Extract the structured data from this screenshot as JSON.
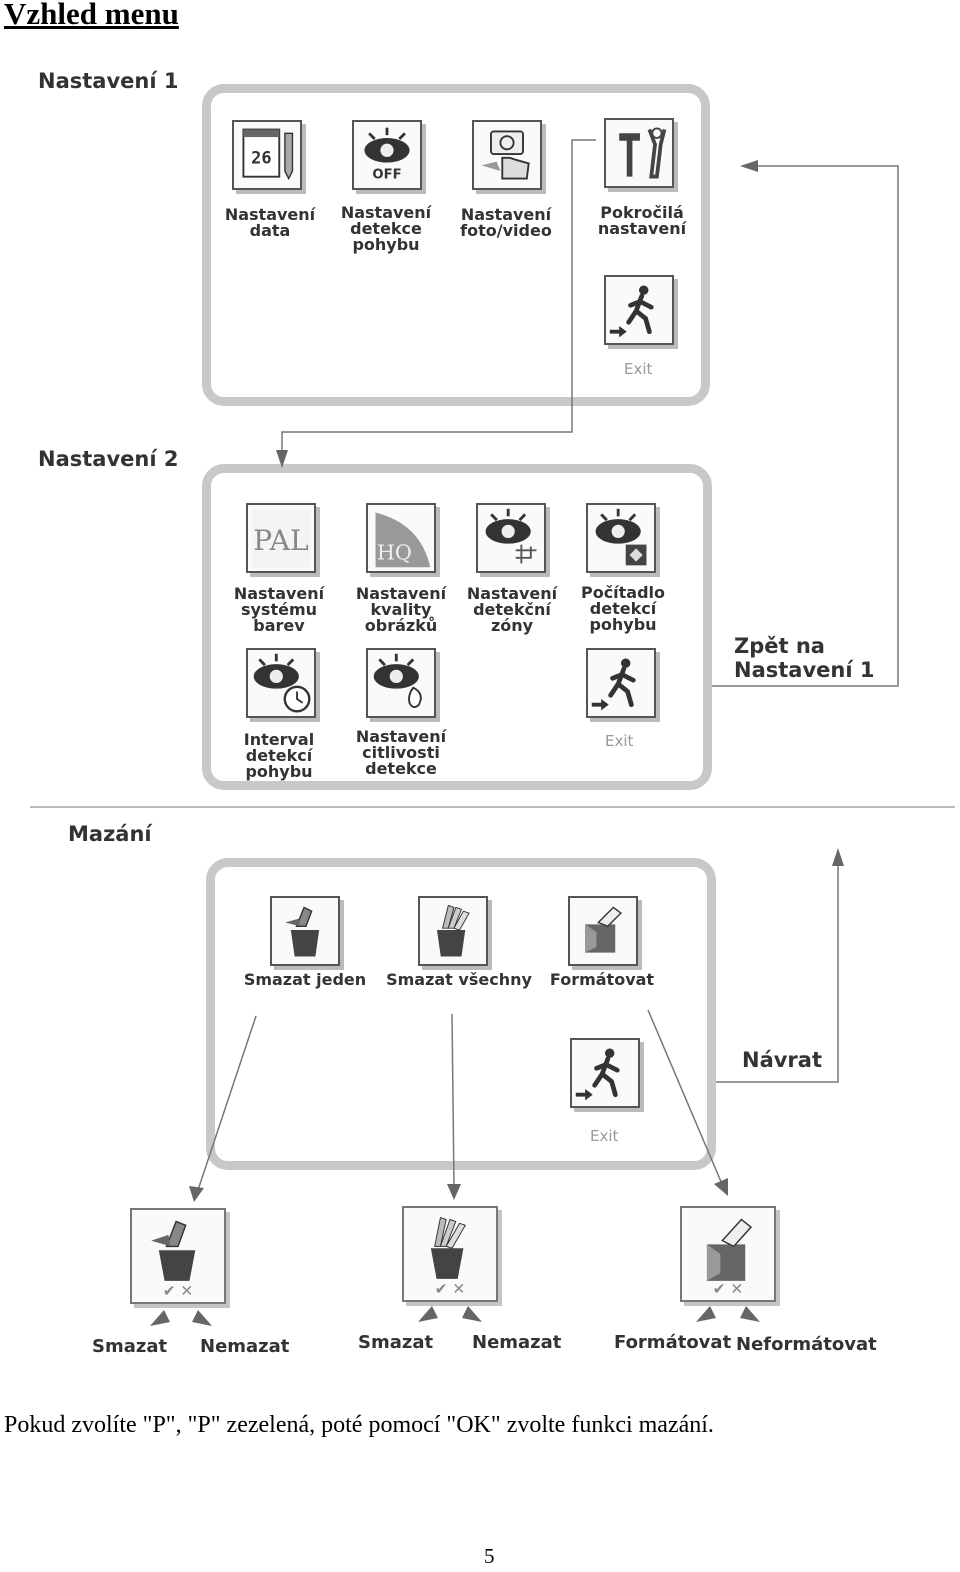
{
  "page_title": "Vzhled menu",
  "section1": {
    "title": "Nastavení 1",
    "items": [
      {
        "lines": [
          "Nastavení",
          "data"
        ],
        "icon": "calendar-icon",
        "icon_text": "26"
      },
      {
        "lines": [
          "Nastavení",
          "detekce",
          "pohybu"
        ],
        "icon": "eye-off-icon",
        "icon_text": "OFF"
      },
      {
        "lines": [
          "Nastavení",
          "foto/video"
        ],
        "icon": "camera-hand-icon"
      },
      {
        "lines": [
          "Pokročilá",
          "nastavení"
        ],
        "icon": "tools-icon"
      }
    ],
    "exit_label": "Exit"
  },
  "section2": {
    "title": "Nastavení 2",
    "items": [
      {
        "lines": [
          "Nastavení",
          "systému",
          "barev"
        ],
        "icon": "pal-icon",
        "icon_text": "PAL"
      },
      {
        "lines": [
          "Nastavení",
          "kvality",
          "obrázků"
        ],
        "icon": "hq-icon",
        "icon_text": "HQ"
      },
      {
        "lines": [
          "Nastavení",
          "detekční",
          "zóny"
        ],
        "icon": "eye-zone-icon"
      },
      {
        "lines": [
          "Počítadlo",
          "detekcí",
          "pohybu"
        ],
        "icon": "eye-counter-icon"
      },
      {
        "lines": [
          "Interval",
          "detekcí",
          "pohybu"
        ],
        "icon": "eye-clock-icon"
      },
      {
        "lines": [
          "Nastavení",
          "citlivosti",
          "detekce"
        ],
        "icon": "eye-sensitivity-icon"
      }
    ],
    "exit_label": "Exit",
    "back_label": [
      "Zpět na",
      "Nastavení 1"
    ]
  },
  "section3": {
    "title": "Mazání",
    "items": [
      {
        "label": "Smazat jeden",
        "icon": "delete-one-icon"
      },
      {
        "label": "Smazat všechny",
        "icon": "delete-all-icon"
      },
      {
        "label": "Formátovat",
        "icon": "format-icon"
      }
    ],
    "exit_label": "Exit",
    "return_label": "Návrat"
  },
  "confirm_groups": [
    {
      "yes": "Smazat",
      "no": "Nemazat",
      "icon": "delete-one-confirm-icon"
    },
    {
      "yes": "Smazat",
      "no": "Nemazat",
      "icon": "delete-all-confirm-icon"
    },
    {
      "yes": "Formátovat",
      "no": "Neformátovat",
      "icon": "format-confirm-icon"
    }
  ],
  "confirm_marks": "✔ ✕",
  "caption": "Pokud zvolíte \"P\", \"P\" zezelená, poté pomocí \"OK\" zvolte funkci mazání.",
  "page_number": "5"
}
